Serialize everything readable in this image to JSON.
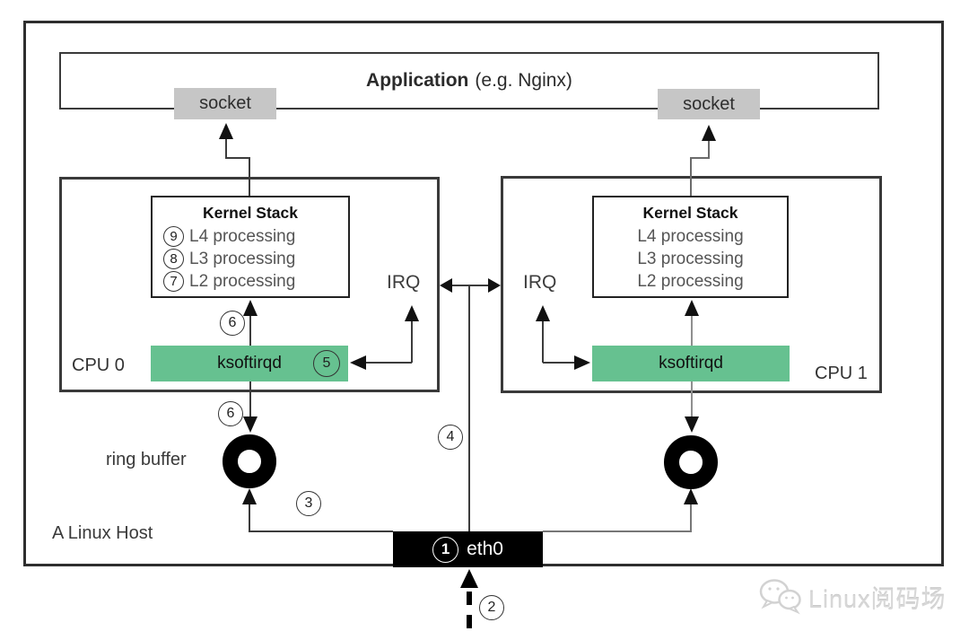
{
  "host": {
    "label": "A Linux Host"
  },
  "application": {
    "title": "Application",
    "subtitle": "(e.g. Nginx)"
  },
  "sockets": {
    "left": "socket",
    "right": "socket"
  },
  "cpu0": {
    "label": "CPU 0",
    "irq": "IRQ",
    "ksoftirqd": "ksoftirqd",
    "kernel_stack": {
      "title": "Kernel Stack",
      "layers": [
        {
          "num": "9",
          "label": "L4 processing"
        },
        {
          "num": "8",
          "label": "L3 processing"
        },
        {
          "num": "7",
          "label": "L2 processing"
        }
      ]
    }
  },
  "cpu1": {
    "label": "CPU 1",
    "irq": "IRQ",
    "ksoftirqd": "ksoftirqd",
    "kernel_stack": {
      "title": "Kernel Stack",
      "layers": [
        "L4 processing",
        "L3 processing",
        "L2 processing"
      ]
    }
  },
  "ring_buffer": {
    "label": "ring buffer"
  },
  "eth0": {
    "step": "1",
    "label": "eth0"
  },
  "steps": {
    "s2": "2",
    "s3": "3",
    "s4": "4",
    "s5": "5",
    "s6_to_stack": "6",
    "s6_to_ring": "6"
  },
  "watermark": {
    "text": "Linux阅码场",
    "icon": "wechat-bubbles"
  },
  "colors": {
    "ksoftirqd_green": "#66c190",
    "socket_gray": "#c6c6c6",
    "eth0_black": "#000000",
    "wire": "#3c3c3c",
    "wire_gray": "#8f8f8f",
    "watermark_gray": "#d7d7d7"
  }
}
